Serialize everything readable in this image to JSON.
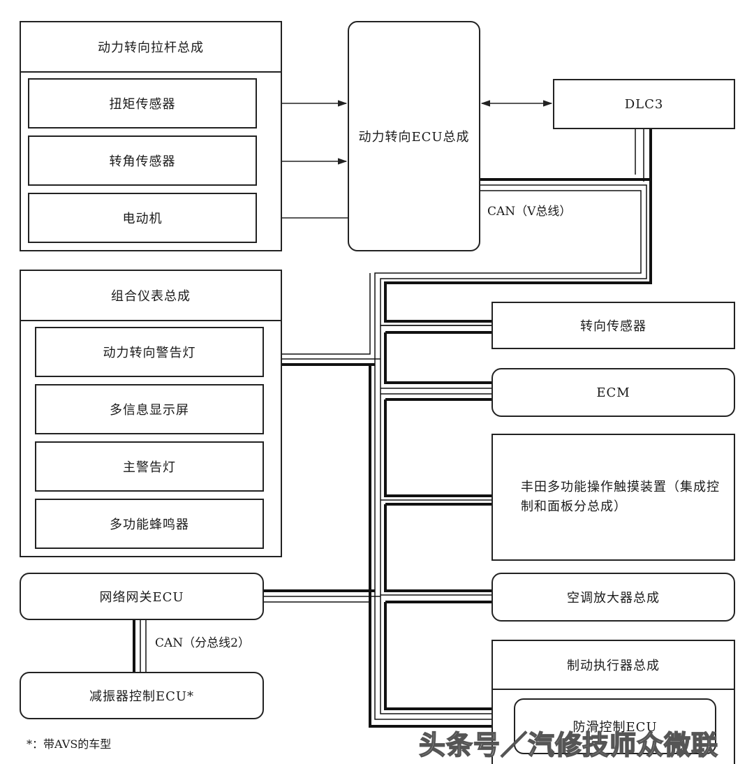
{
  "steering_gear": {
    "title": "动力转向拉杆总成",
    "torque_sensor": "扭矩传感器",
    "angle_sensor": "转角传感器",
    "motor": "电动机"
  },
  "eps_ecu": "动力转向ECU总成",
  "dlc3": "DLC3",
  "can_v_bus": "CAN（V总线）",
  "meter": {
    "title": "组合仪表总成",
    "ps_warning_light": "动力转向警告灯",
    "multi_info_display": "多信息显示屏",
    "master_warning_light": "主警告灯",
    "buzzer": "多功能蜂鸣器"
  },
  "gateway_ecu": "网络网关ECU",
  "can_sub_bus": "CAN（分总线2）",
  "damper_ecu": "减振器控制ECU*",
  "footnote": "*：带AVS的车型",
  "steering_sensor": "转向传感器",
  "ecm": "ECM",
  "touch_device": "丰田多功能操作触摸装置（集成控制和面板分总成）",
  "ac_amplifier": "空调放大器总成",
  "brake_actuator": {
    "title": "制动执行器总成",
    "skid_ecu": "防滑控制ECU"
  },
  "watermark": "头条号／汽修技师众微联"
}
